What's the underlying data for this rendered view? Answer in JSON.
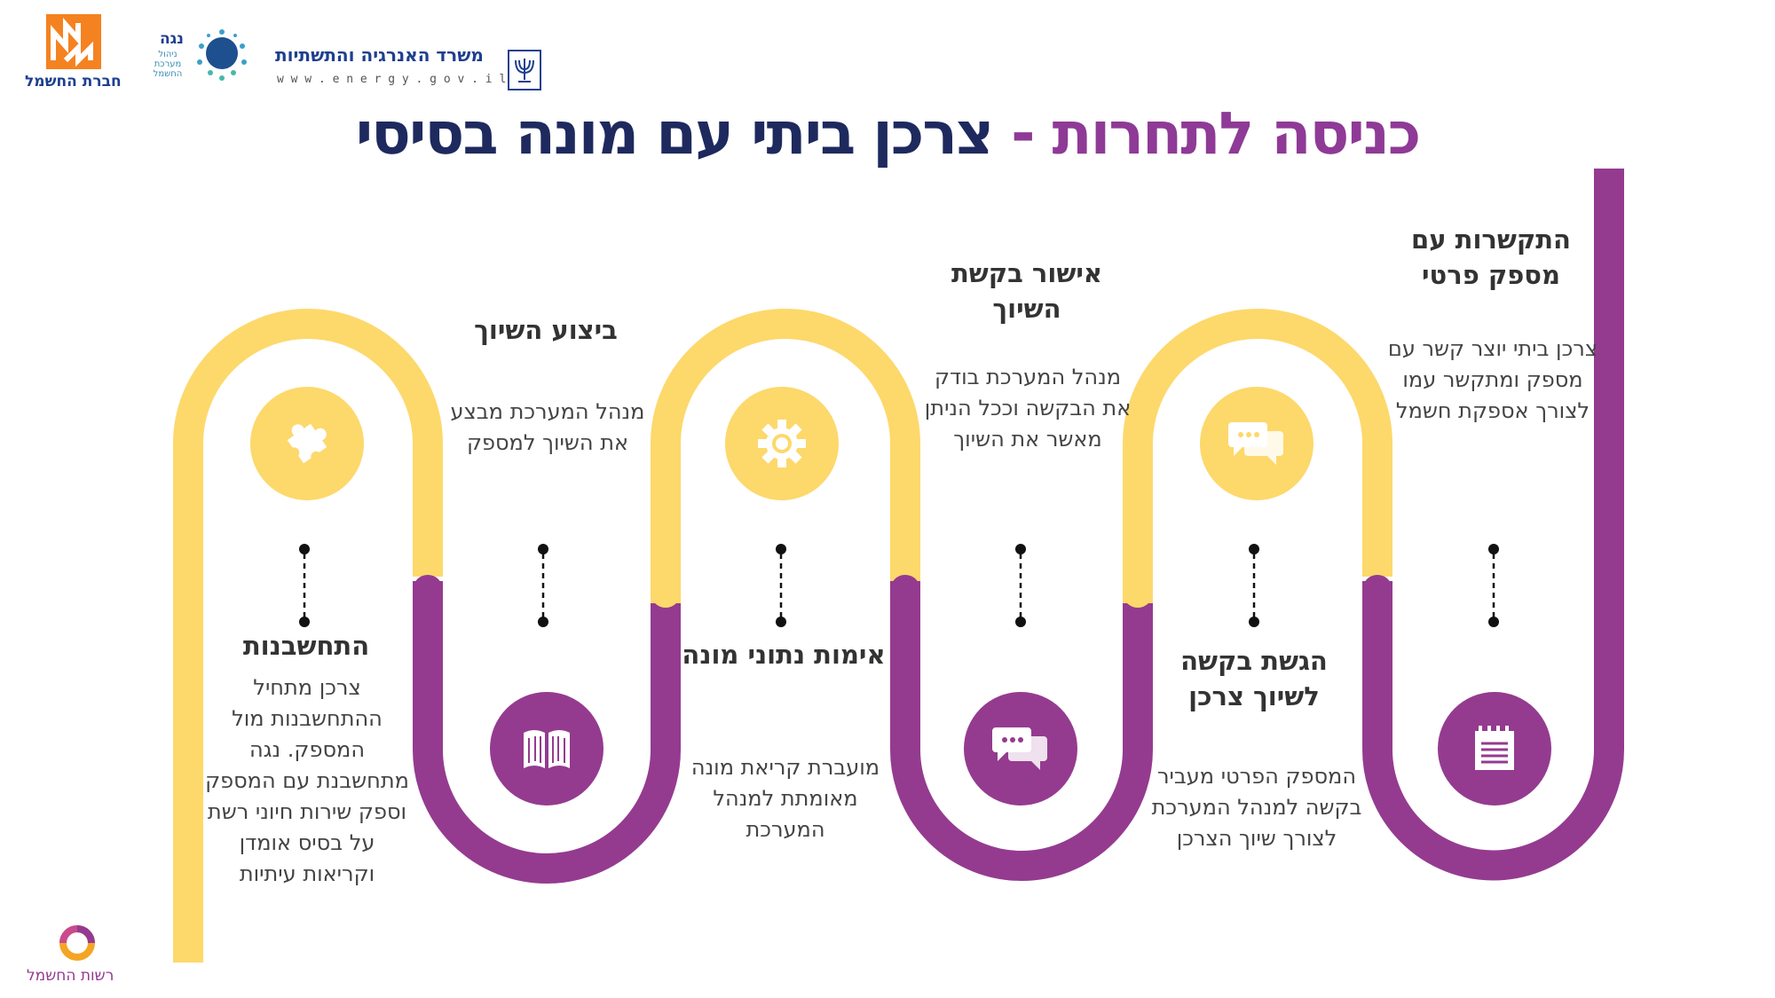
{
  "title": {
    "part_purple": "כניסה לתחרות -",
    "part_navy": "צרכן ביתי עם מונה בסיסי"
  },
  "logos": {
    "iec": "חברת החשמל",
    "noga_name": "נגה",
    "noga_sub": "ניהול מערכת החשמל",
    "ministry_name": "משרד האנרגיה והתשתיות",
    "ministry_url": "w w w . e n e r g y . g o v . i l",
    "authority": "רשות החשמל"
  },
  "colors": {
    "yellow": "#fdd86b",
    "purple": "#943b90",
    "navy": "#1e2a5e"
  },
  "steps": [
    {
      "title": "התקשרות עם מספק פרטי",
      "description": "צרכן ביתי יוצר קשר עם מספק ומתקשר עמו לצורך אספקת חשמל",
      "icon": "notepad-icon"
    },
    {
      "title": "הגשת בקשה לשיוך צרכן",
      "description": "המספק הפרטי מעביר בקשה למנהל המערכת לצורך שיוך הצרכן",
      "icon": "chat-bubbles-icon"
    },
    {
      "title": "אישור בקשת השיוך",
      "description": "מנהל המערכת בודק את הבקשה וככל הניתן מאשר את השיוך",
      "icon": "chat-bubbles-icon"
    },
    {
      "title": "אימות נתוני מונה",
      "description": "מועברת קריאת מונה מאומתת למנהל המערכת",
      "icon": "gear-icon"
    },
    {
      "title": "ביצוע השיוך",
      "description": "מנהל המערכת מבצע את השיוך למספק",
      "icon": "book-icon"
    },
    {
      "title": "התחשבנות",
      "description": "צרכן מתחיל ההתחשבנות מול המספק. נגה מתחשבנת עם המספק וספק שירות חיוני רשת על בסיס אומדן וקריאות עיתיות",
      "icon": "puzzle-icon"
    }
  ]
}
